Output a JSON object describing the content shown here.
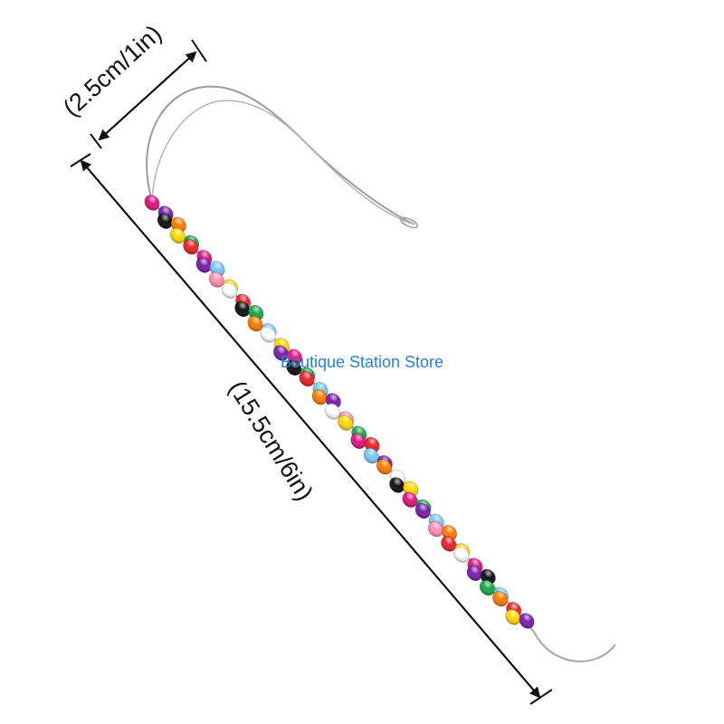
{
  "dimensions": {
    "width_label": "(2.5cm/1in)",
    "length_label": "(15.5cm/6in)"
  },
  "watermark": "Boutique Station Store",
  "colors": {
    "bead_palette": [
      "#e0157f",
      "#ff7a00",
      "#ffd800",
      "#18a84a",
      "#7a1fa8",
      "#e8232b",
      "#7ac7f0",
      "#ffffff",
      "#111111",
      "#ff8fb3"
    ]
  }
}
